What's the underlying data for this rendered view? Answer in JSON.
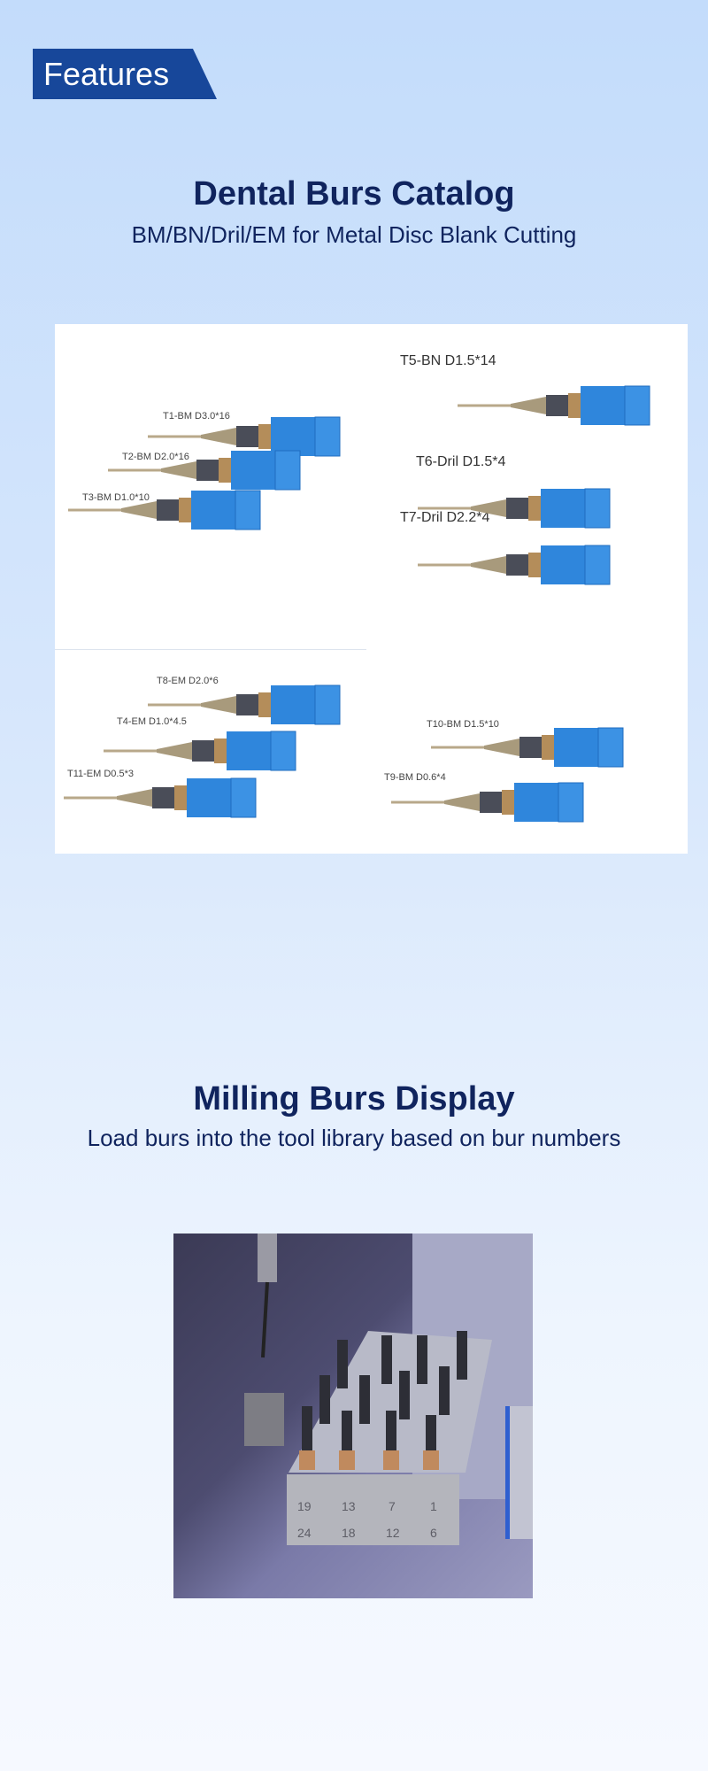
{
  "badge": {
    "label": "Features"
  },
  "section1": {
    "title": "Dental Burs Catalog",
    "subtitle": "BM/BN/Dril/EM for Metal Disc Blank Cutting"
  },
  "catalog": {
    "labels": [
      "T1-BM D3.0*16",
      "T2-BM D2.0*16",
      "T3-BM D1.0*10",
      "T5-BN D1.5*14",
      "T6-Dril D1.5*4",
      "T7-Dril D2.2*4",
      "T8-EM D2.0*6",
      "T4-EM D1.0*4.5",
      "T11-EM D0.5*3",
      "T10-BM D1.5*10",
      "T9-BM D0.6*4"
    ]
  },
  "section2": {
    "title": "Milling Burs Display",
    "subtitle": "Load burs into the tool library based on bur numbers"
  },
  "photo": {
    "top_numbers": [
      "19",
      "13",
      "7",
      "1"
    ],
    "bottom_numbers": [
      "24",
      "18",
      "12",
      "6"
    ]
  },
  "colors": {
    "brand": "#17479a",
    "heading": "#10245e",
    "holder": "#2f86dc"
  }
}
